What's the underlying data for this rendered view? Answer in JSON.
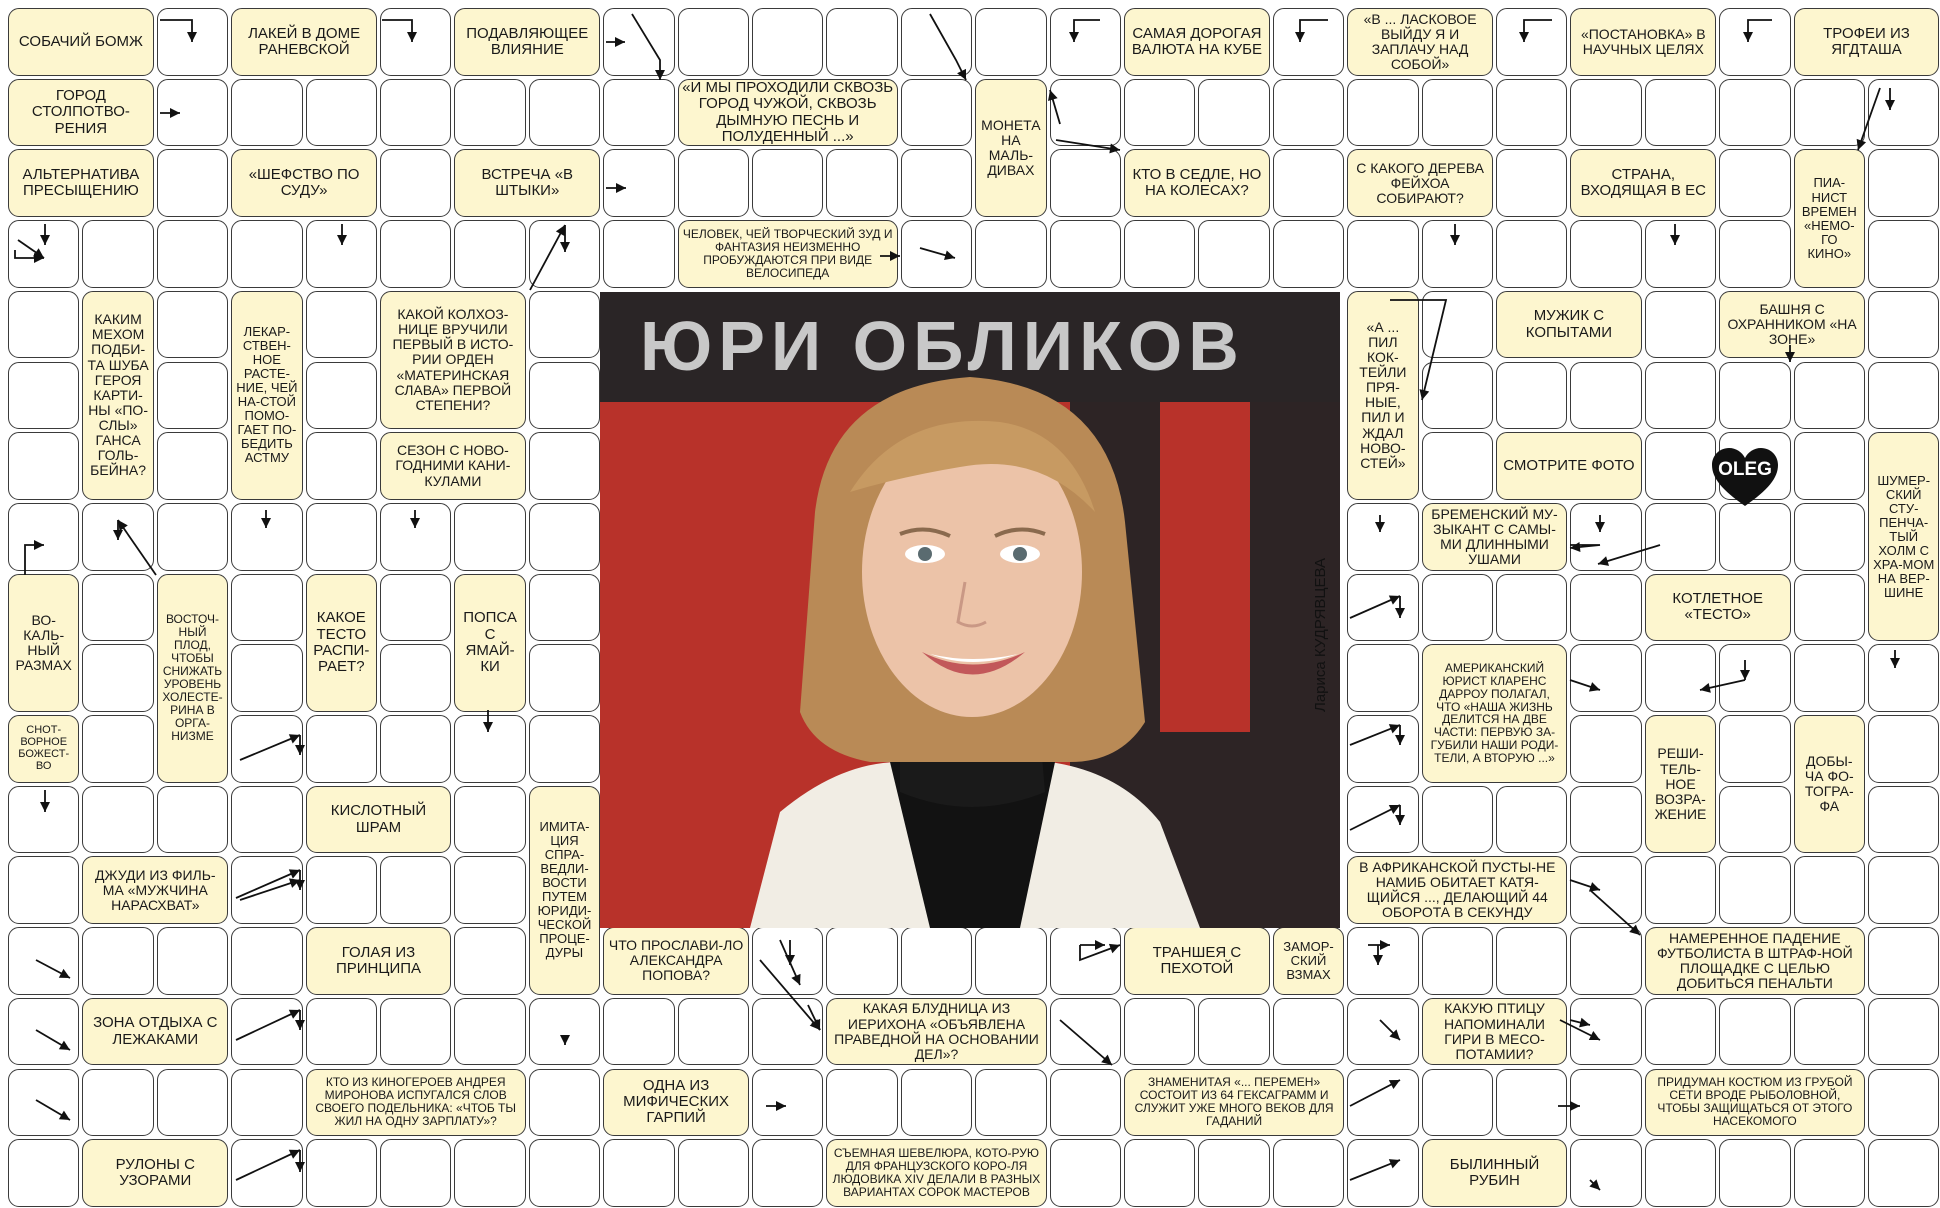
{
  "clues": [
    {
      "id": "c1",
      "c": 0,
      "r": 0,
      "w": 2,
      "h": 1,
      "fs": 15,
      "text": "Собачий бомж"
    },
    {
      "id": "c2",
      "c": 3,
      "r": 0,
      "w": 2,
      "h": 1,
      "fs": 15,
      "text": "Лакей в доме Раневской"
    },
    {
      "id": "c3",
      "c": 6,
      "r": 0,
      "w": 2,
      "h": 1,
      "fs": 15,
      "text": "Подавляющее влияние"
    },
    {
      "id": "c4",
      "c": 15,
      "r": 0,
      "w": 2,
      "h": 1,
      "fs": 15,
      "text": "Самая дорогая валюта на Кубе"
    },
    {
      "id": "c5",
      "c": 18,
      "r": 0,
      "w": 2,
      "h": 1,
      "fs": 14,
      "text": "«В ... ласковое выйду я и заплачу над собой»"
    },
    {
      "id": "c6",
      "c": 21,
      "r": 0,
      "w": 2,
      "h": 1,
      "fs": 14,
      "text": "«Постановка» в научных целях"
    },
    {
      "id": "c7",
      "c": 24,
      "r": 0,
      "w": 2,
      "h": 1,
      "fs": 15,
      "text": "Трофеи из Ягдташа"
    },
    {
      "id": "c8",
      "c": 0,
      "r": 1,
      "w": 2,
      "h": 1,
      "fs": 15,
      "text": "Город столпотво-рения"
    },
    {
      "id": "c9",
      "c": 9,
      "r": 1,
      "w": 3,
      "h": 1,
      "fs": 15,
      "text": "«И мы проходили сквозь город чужой, сквозь дымную песнь и полуденный ...»"
    },
    {
      "id": "c10",
      "c": 13,
      "r": 1,
      "w": 1,
      "h": 2,
      "fs": 14,
      "text": "Монета на Маль-дивах"
    },
    {
      "id": "c11",
      "c": 0,
      "r": 2,
      "w": 2,
      "h": 1,
      "fs": 15,
      "text": "Альтернатива пресыщению"
    },
    {
      "id": "c12",
      "c": 3,
      "r": 2,
      "w": 2,
      "h": 1,
      "fs": 15,
      "text": "«Шефство по суду»"
    },
    {
      "id": "c13",
      "c": 6,
      "r": 2,
      "w": 2,
      "h": 1,
      "fs": 15,
      "text": "Встреча «в штыки»"
    },
    {
      "id": "c14",
      "c": 15,
      "r": 2,
      "w": 2,
      "h": 1,
      "fs": 15,
      "text": "Кто в седле, но на колесах?"
    },
    {
      "id": "c15",
      "c": 18,
      "r": 2,
      "w": 2,
      "h": 1,
      "fs": 14,
      "text": "С какого дерева фейхоа собирают?"
    },
    {
      "id": "c16",
      "c": 21,
      "r": 2,
      "w": 2,
      "h": 1,
      "fs": 15,
      "text": "Страна, входящая в ЕС"
    },
    {
      "id": "c17",
      "c": 24,
      "r": 2,
      "w": 1,
      "h": 2,
      "fs": 13,
      "text": "Пиа-нист времен «немо-го кино»"
    },
    {
      "id": "c18",
      "c": 9,
      "r": 3,
      "w": 3,
      "h": 1,
      "fs": 12,
      "text": "Человек, чей творческий зуд и фантазия неизменно пробуждаются при виде велосипеда"
    },
    {
      "id": "c19",
      "c": 1,
      "r": 4,
      "w": 1,
      "h": 3,
      "fs": 14,
      "text": "Каким мехом подби-та шуба героя карти-ны «По-слы» Ганса Голь-бейна?"
    },
    {
      "id": "c20",
      "c": 3,
      "r": 4,
      "w": 1,
      "h": 3,
      "fs": 13,
      "text": "Лекар-ствен-ное расте-ние, чей на-стой помо-гает по-бедить астму"
    },
    {
      "id": "c21",
      "c": 5,
      "r": 4,
      "w": 2,
      "h": 2,
      "fs": 14,
      "text": "Какой колхоз-нице вручили первый в исто-рии орден «Материнская слава» первой степени?"
    },
    {
      "id": "c22",
      "c": 18,
      "r": 4,
      "w": 1,
      "h": 3,
      "fs": 14,
      "text": "«А ... пил кок-тейли пря-ные, пил и ждал ново-стей»"
    },
    {
      "id": "c23",
      "c": 20,
      "r": 4,
      "w": 2,
      "h": 1,
      "fs": 15,
      "text": "Мужик с копытами"
    },
    {
      "id": "c24",
      "c": 23,
      "r": 4,
      "w": 2,
      "h": 1,
      "fs": 14,
      "text": "Башня с охранником «на зоне»"
    },
    {
      "id": "c25",
      "c": 5,
      "r": 6,
      "w": 2,
      "h": 1,
      "fs": 14,
      "text": "Сезон с ново-годними кани-кулами"
    },
    {
      "id": "c26",
      "c": 20,
      "r": 6,
      "w": 2,
      "h": 1,
      "fs": 15,
      "text": "Смотрите фото"
    },
    {
      "id": "c27",
      "c": 25,
      "r": 6,
      "w": 1,
      "h": 3,
      "fs": 13,
      "text": "Шумер-ский сту-пенча-тый холм с хра-мом на вер-шине"
    },
    {
      "id": "c28",
      "c": 19,
      "r": 7,
      "w": 2,
      "h": 1,
      "fs": 14,
      "text": "Бременский му-зыкант с самы-ми длинными ушами"
    },
    {
      "id": "c29",
      "c": 0,
      "r": 8,
      "w": 1,
      "h": 2,
      "fs": 14,
      "text": "Во-каль-ный размах"
    },
    {
      "id": "c30",
      "c": 2,
      "r": 8,
      "w": 1,
      "h": 3,
      "fs": 12,
      "text": "Восточ-ный плод, чтобы снижать уровень холесте-рина в орга-низме"
    },
    {
      "id": "c31",
      "c": 4,
      "r": 8,
      "w": 1,
      "h": 2,
      "fs": 15,
      "text": "Какое тесто распи-рает?"
    },
    {
      "id": "c32",
      "c": 6,
      "r": 8,
      "w": 1,
      "h": 2,
      "fs": 15,
      "text": "Попса с Ямай-ки"
    },
    {
      "id": "c33",
      "c": 22,
      "r": 8,
      "w": 2,
      "h": 1,
      "fs": 15,
      "text": "Котлетное «тесто»"
    },
    {
      "id": "c34",
      "c": 19,
      "r": 9,
      "w": 2,
      "h": 2,
      "fs": 12,
      "text": "Американский юрист Кларенс Дарроу полагал, что «наша жизнь делится на две части: первую за-губили наши роди-тели, а вторую ...»"
    },
    {
      "id": "c35",
      "c": 0,
      "r": 10,
      "w": 1,
      "h": 1,
      "fs": 11,
      "text": "Снот-ворное божест-во"
    },
    {
      "id": "c36",
      "c": 22,
      "r": 10,
      "w": 1,
      "h": 2,
      "fs": 14,
      "text": "Реши-тель-ное возра-жение"
    },
    {
      "id": "c37",
      "c": 24,
      "r": 10,
      "w": 1,
      "h": 2,
      "fs": 14,
      "text": "Добы-ча фо-тогра-фа"
    },
    {
      "id": "c38",
      "c": 4,
      "r": 11,
      "w": 2,
      "h": 1,
      "fs": 15,
      "text": "Кислотный шрам"
    },
    {
      "id": "c39",
      "c": 7,
      "r": 11,
      "w": 1,
      "h": 3,
      "fs": 13,
      "text": "Имита-ция спра-ведли-вости путем юриди-ческой проце-дуры"
    },
    {
      "id": "c40",
      "c": 1,
      "r": 12,
      "w": 2,
      "h": 1,
      "fs": 14,
      "text": "Джуди из филь-ма «Мужчина нарасхват»"
    },
    {
      "id": "c41",
      "c": 18,
      "r": 12,
      "w": 3,
      "h": 1,
      "fs": 14,
      "text": "В африканской пусты-не Намиб обитает катя-щийся ..., делающий 44 оборота в секунду"
    },
    {
      "id": "c42",
      "c": 4,
      "r": 13,
      "w": 2,
      "h": 1,
      "fs": 15,
      "text": "Голая из принципа"
    },
    {
      "id": "c43",
      "c": 8,
      "r": 13,
      "w": 2,
      "h": 1,
      "fs": 14,
      "text": "Что прослави-ло Александра Попова?"
    },
    {
      "id": "c44",
      "c": 15,
      "r": 13,
      "w": 2,
      "h": 1,
      "fs": 15,
      "text": "Траншея с пехотой"
    },
    {
      "id": "c45",
      "c": 17,
      "r": 13,
      "w": 1,
      "h": 1,
      "fs": 13,
      "text": "Замор-ский взмах"
    },
    {
      "id": "c46",
      "c": 22,
      "r": 13,
      "w": 3,
      "h": 1,
      "fs": 14,
      "text": "Намеренное падение футболиста в штраф-ной площадке с целью добиться пенальти"
    },
    {
      "id": "c47",
      "c": 1,
      "r": 14,
      "w": 2,
      "h": 1,
      "fs": 15,
      "text": "Зона отдыха с лежаками"
    },
    {
      "id": "c48",
      "c": 11,
      "r": 14,
      "w": 3,
      "h": 1,
      "fs": 14,
      "text": "Какая блудница из Иерихона «объявлена праведной на основании дел»?"
    },
    {
      "id": "c49",
      "c": 19,
      "r": 14,
      "w": 2,
      "h": 1,
      "fs": 14,
      "text": "Какую птицу напоминали гири в Месо-потамии?"
    },
    {
      "id": "c50",
      "c": 4,
      "r": 15,
      "w": 3,
      "h": 1,
      "fs": 12,
      "text": "Кто из киногероев Андрея Миронова испугался слов своего подельника: «Чтоб ты жил на одну зарплату»?"
    },
    {
      "id": "c51",
      "c": 8,
      "r": 15,
      "w": 2,
      "h": 1,
      "fs": 15,
      "text": "Одна из мифических гарпий"
    },
    {
      "id": "c52",
      "c": 15,
      "r": 15,
      "w": 3,
      "h": 1,
      "fs": 12,
      "text": "Знаменитая «... перемен» состоит из 64 гексаграмм и служит уже много веков для гаданий"
    },
    {
      "id": "c53",
      "c": 22,
      "r": 15,
      "w": 3,
      "h": 1,
      "fs": 12,
      "text": "Придуман костюм из грубой сети вроде рыболовной, чтобы защищаться от этого насекомого"
    },
    {
      "id": "c54",
      "c": 1,
      "r": 16,
      "w": 2,
      "h": 1,
      "fs": 15,
      "text": "Рулоны с узорами"
    },
    {
      "id": "c55",
      "c": 11,
      "r": 16,
      "w": 3,
      "h": 1,
      "fs": 12,
      "text": "Съемная шевелюра, кото-рую для французского коро-ля Людовика XIV делали в разных вариантах сорок мастеров"
    },
    {
      "id": "c56",
      "c": 19,
      "r": 16,
      "w": 2,
      "h": 1,
      "fs": 15,
      "text": "Былинный рубин"
    }
  ],
  "photo": {
    "credit": "Лариса КУДРЯВЦЕВА",
    "poster_text": "ЮРИ ОБЛИКОВ"
  },
  "logo": {
    "text": "OLEG",
    "color": "#111111",
    "text_color": "#ffffff"
  },
  "colors": {
    "clue_fill": "#fdf6cf",
    "cell_border": "#3a3a3a",
    "arrow": "#111111",
    "poster_red": "#c0322a"
  }
}
